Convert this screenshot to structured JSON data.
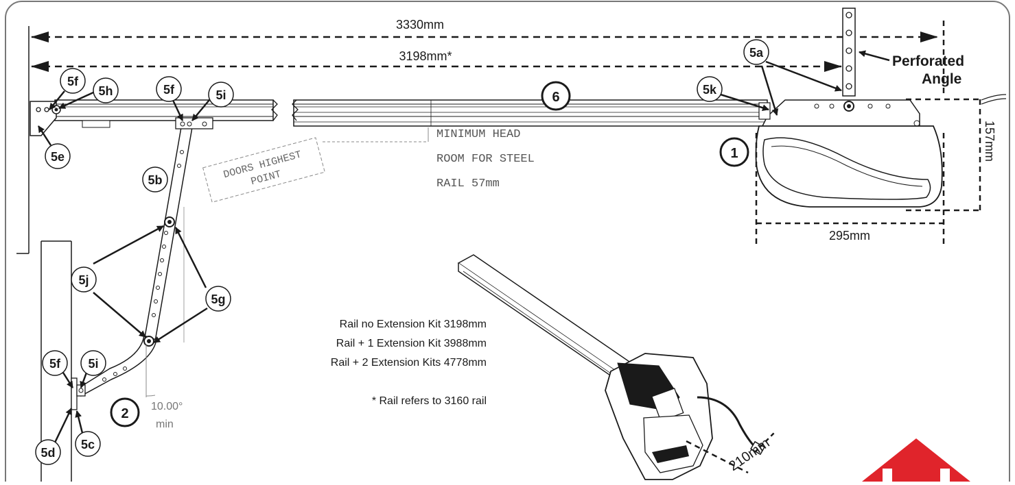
{
  "dimensions": {
    "overall_length": "3330mm",
    "rail_length": "3198mm*",
    "motor_height": "157mm",
    "motor_width": "295mm",
    "motor_depth": "210mm",
    "arm_angle": "10.00°",
    "arm_angle_note": "min"
  },
  "perforated_angle": {
    "line1": "Perforated",
    "line2": "Angle"
  },
  "headroom_note": [
    "MINIMUM HEAD",
    "ROOM FOR STEEL",
    "RAIL 57mm"
  ],
  "door_point_note": [
    "DOORS HIGHEST",
    "POINT"
  ],
  "rail_kits": [
    "Rail no Extension Kit 3198mm",
    "Rail + 1 Extension Kit 3988mm",
    "Rail + 2 Extension Kits 4778mm"
  ],
  "footnote": "* Rail refers to 3160 rail",
  "callouts": {
    "c5a": "5a",
    "c5b": "5b",
    "c5c": "5c",
    "c5d": "5d",
    "c5e": "5e",
    "c5f_top": "5f",
    "c5f_mid": "5f",
    "c5f_bottom": "5f",
    "c5g": "5g",
    "c5h": "5h",
    "c5i_top": "5i",
    "c5i_bottom": "5i",
    "c5j": "5j",
    "c5k": "5k",
    "c1": "1",
    "c2": "2",
    "c6": "6"
  },
  "colors": {
    "line": "#1a1a1a",
    "gray": "#888888",
    "logo_red": "#e0242b",
    "frame": "#777777"
  }
}
